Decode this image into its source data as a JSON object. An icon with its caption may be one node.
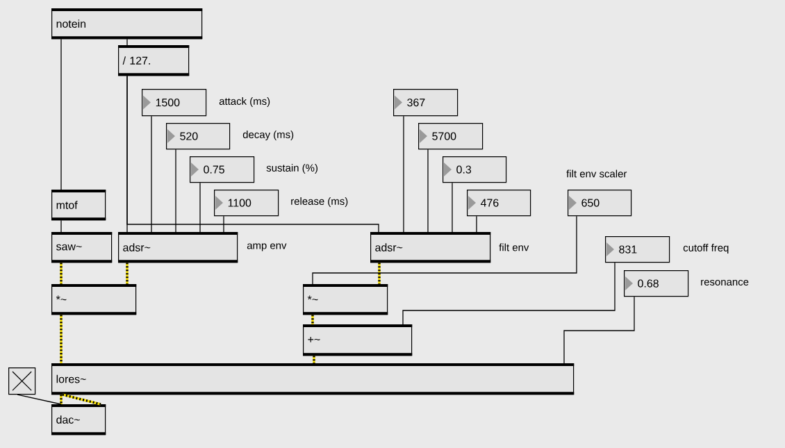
{
  "diagram": {
    "nodes": [
      {
        "text": [
          "notein"
        ]
      },
      {
        "text": [
          "/ 127."
        ]
      },
      {
        "text": [
          "1500"
        ],
        "beside": [
          "attack (ms)"
        ]
      },
      {
        "text": [
          "520"
        ],
        "beside": [
          "decay (ms)"
        ]
      },
      {
        "text": [
          "0.75"
        ],
        "beside": [
          "sustain (%)"
        ]
      },
      {
        "text": [
          "1100"
        ],
        "beside": [
          "release (ms)"
        ]
      },
      {
        "text": [
          "mtof"
        ]
      },
      {
        "text": [
          "saw~"
        ]
      },
      {
        "text": [
          "adsr~"
        ],
        "beside": [
          "amp env"
        ]
      },
      {
        "text": [
          "367"
        ]
      },
      {
        "text": [
          "5700"
        ]
      },
      {
        "text": [
          "0.3"
        ]
      },
      {
        "text": [
          "476"
        ]
      },
      {
        "text": [
          "650"
        ],
        "beside": [
          "filt env scaler"
        ]
      },
      {
        "text": [
          "adsr~"
        ],
        "beside": [
          "filt env"
        ]
      },
      {
        "text": [
          "831"
        ],
        "beside": [
          "cutoff freq"
        ]
      },
      {
        "text": [
          "0.68"
        ],
        "beside": [
          "resonance"
        ]
      },
      {
        "text": [
          "*~"
        ]
      },
      {
        "text": [
          "*~"
        ]
      },
      {
        "text": [
          "+~"
        ]
      },
      {
        "text": [],
        "shape": "box"
      },
      {
        "text": [
          "lores~"
        ]
      },
      {
        "text": [
          "dac~"
        ]
      }
    ],
    "edges": [
      {
        "from": 0,
        "to": 6,
        "arrow": "none"
      },
      {
        "from": 0,
        "to": 1,
        "arrow": "none"
      },
      {
        "from": 1,
        "to": 8,
        "arrow": "none"
      },
      {
        "from": 1,
        "to": 14,
        "arrow": "none"
      },
      {
        "from": 2,
        "to": 8,
        "arrow": "none"
      },
      {
        "from": 3,
        "to": 8,
        "arrow": "none"
      },
      {
        "from": 4,
        "to": 8,
        "arrow": "none"
      },
      {
        "from": 5,
        "to": 8,
        "arrow": "none"
      },
      {
        "from": 9,
        "to": 14,
        "arrow": "none"
      },
      {
        "from": 10,
        "to": 14,
        "arrow": "none"
      },
      {
        "from": 11,
        "to": 14,
        "arrow": "none"
      },
      {
        "from": 12,
        "to": 14,
        "arrow": "none"
      },
      {
        "from": 6,
        "to": 7,
        "arrow": "none"
      },
      {
        "from": 7,
        "to": 17,
        "arrow": "none",
        "style": "thick",
        "color": "#f2dc00"
      },
      {
        "from": 8,
        "to": 17,
        "arrow": "none",
        "style": "thick",
        "color": "#f2dc00"
      },
      {
        "from": 14,
        "to": 18,
        "arrow": "none",
        "style": "thick",
        "color": "#f2dc00"
      },
      {
        "from": 13,
        "to": 18,
        "arrow": "none"
      },
      {
        "from": 18,
        "to": 19,
        "arrow": "none",
        "style": "thick",
        "color": "#f2dc00"
      },
      {
        "from": 15,
        "to": 19,
        "arrow": "none"
      },
      {
        "from": 19,
        "to": 21,
        "arrow": "none",
        "style": "thick",
        "color": "#f2dc00"
      },
      {
        "from": 16,
        "to": 21,
        "arrow": "none"
      },
      {
        "from": 17,
        "to": 21,
        "arrow": "none",
        "style": "thick",
        "color": "#f2dc00"
      },
      {
        "from": 21,
        "to": 22,
        "arrow": "none",
        "style": "thick",
        "color": "#f2dc00"
      },
      {
        "from": 21,
        "to": 22,
        "arrow": "none",
        "style": "thick",
        "color": "#f2dc00"
      },
      {
        "from": 20,
        "to": 22,
        "arrow": "none"
      }
    ]
  }
}
